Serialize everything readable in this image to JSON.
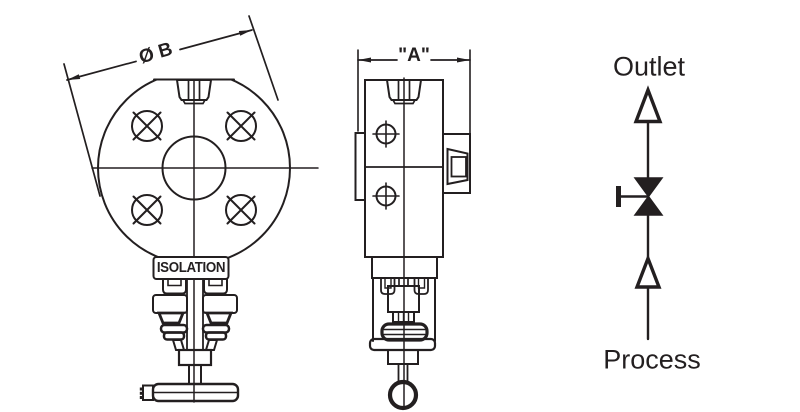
{
  "drawing": {
    "front_view": {
      "diameter_label": "Ø B",
      "tag": "ISOLATION"
    },
    "side_view": {
      "width_label": "\"A\""
    },
    "schematic": {
      "outlet_label": "Outlet",
      "process_label": "Process"
    }
  },
  "colors": {
    "line": "#231f20",
    "background": "#ffffff"
  }
}
